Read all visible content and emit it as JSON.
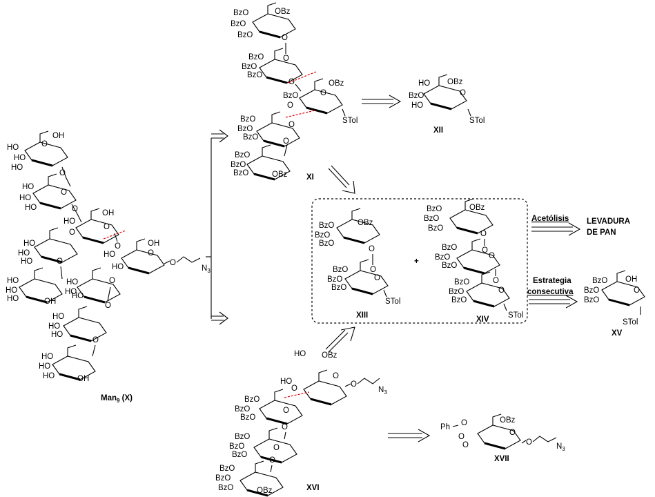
{
  "labels": {
    "man9": "Man",
    "man9_sub": "9",
    "man9_suffix": " (X)",
    "xi": "XI",
    "xii": "XII",
    "xiii": "XIII",
    "xiv": "XIV",
    "xv": "XV",
    "xvi": "XVI",
    "xvii": "XVII"
  },
  "steps": {
    "acetolysis": "Acetólisis",
    "strategy_line1": "Estrategia",
    "strategy_line2": "consecutiva",
    "product_line1": "LEVADURA",
    "product_line2": "DE PAN",
    "plus": "+"
  },
  "groups": {
    "HO": "HO",
    "OH": "OH",
    "O": "O",
    "OBz": "OBz",
    "BzO": "BzO",
    "STol": "STol",
    "N3": "N",
    "N3_sub": "3",
    "Ph": "Ph"
  }
}
